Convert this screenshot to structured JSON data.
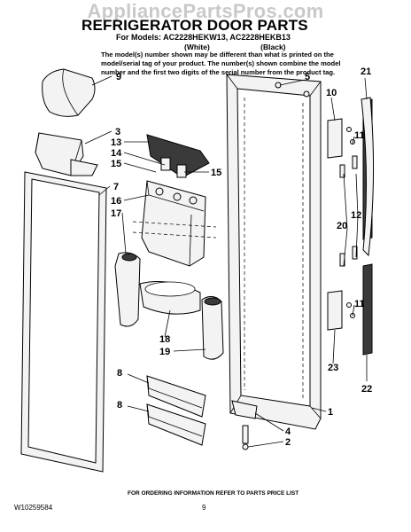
{
  "watermark": "AppliancePartsPros.com",
  "title": "REFRIGERATOR DOOR PARTS",
  "models_line": "For Models: AC2228HEKW13, AC2228HEKB13",
  "variants": "(White) (Black)",
  "note_lines": [
    "The model(s) number shown may be different than what is printed on the",
    "model/serial tag of your product. The number(s) shown combine the model",
    "number and the first two digits of the serial number from the product tag."
  ],
  "callouts": {
    "c1": "1",
    "c2": "2",
    "c3": "3",
    "c4": "4",
    "c5": "5",
    "c7": "7",
    "c8a": "8",
    "c8b": "8",
    "c9": "9",
    "c10": "10",
    "c11a": "11",
    "c11b": "11",
    "c12": "12",
    "c13": "13",
    "c14": "14",
    "c15a": "15",
    "c15b": "15",
    "c16": "16",
    "c17": "17",
    "c18": "18",
    "c19": "19",
    "c20": "20",
    "c21": "21",
    "c22": "22",
    "c23": "23"
  },
  "footer": {
    "order_info": "FOR ORDERING INFORMATION REFER TO PARTS PRICE LIST",
    "doc_number": "W10259584",
    "page_number": "9"
  }
}
